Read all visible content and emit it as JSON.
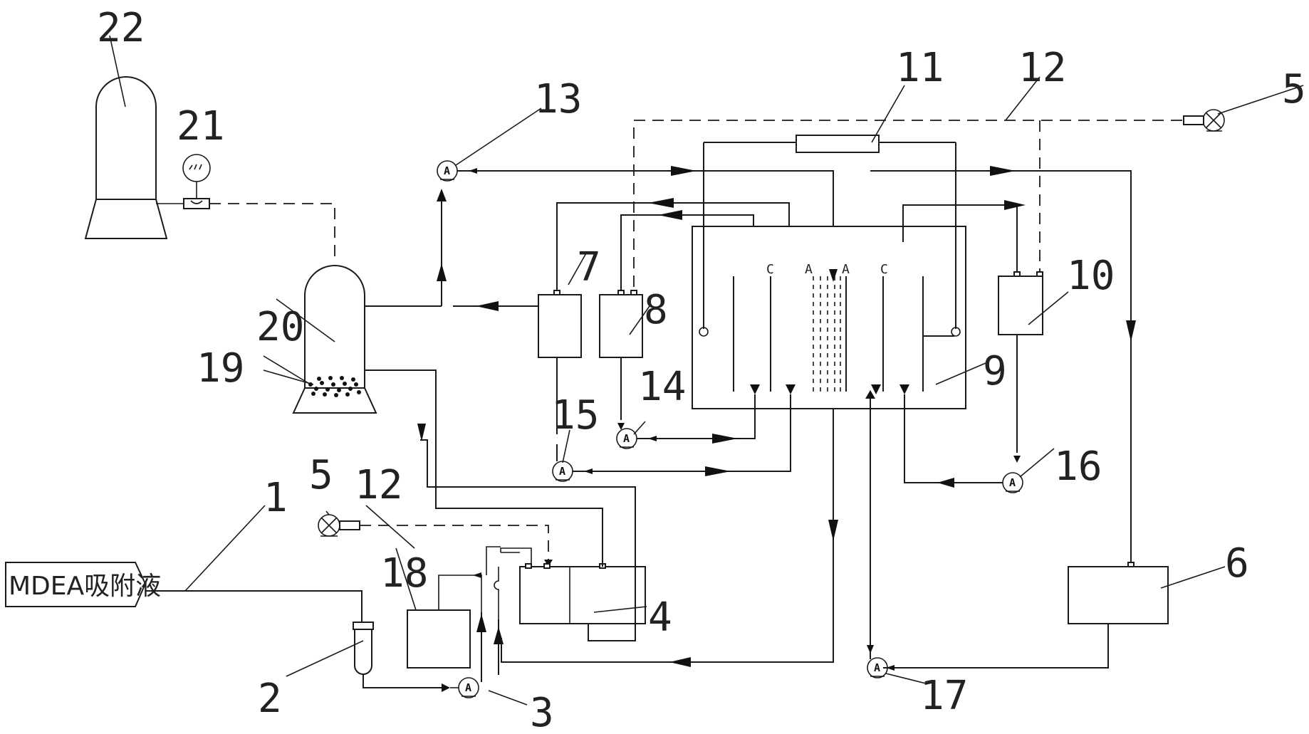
{
  "inlet_label": "MDEA吸附液",
  "numbers": {
    "n1": "1",
    "n2": "2",
    "n3": "3",
    "n4": "4",
    "n5a": "5",
    "n5b": "5",
    "n6": "6",
    "n7": "7",
    "n8": "8",
    "n9": "9",
    "n10": "10",
    "n11": "11",
    "n12a": "12",
    "n12b": "12",
    "n13": "13",
    "n14": "14",
    "n15": "15",
    "n16": "16",
    "n17": "17",
    "n18": "18",
    "n19": "19",
    "n20": "20",
    "n21": "21",
    "n22": "22"
  },
  "electrode_labels": {
    "c_left": "C",
    "a_left": "A",
    "a_right": "A",
    "c_right": "C"
  },
  "pump_label": "A"
}
